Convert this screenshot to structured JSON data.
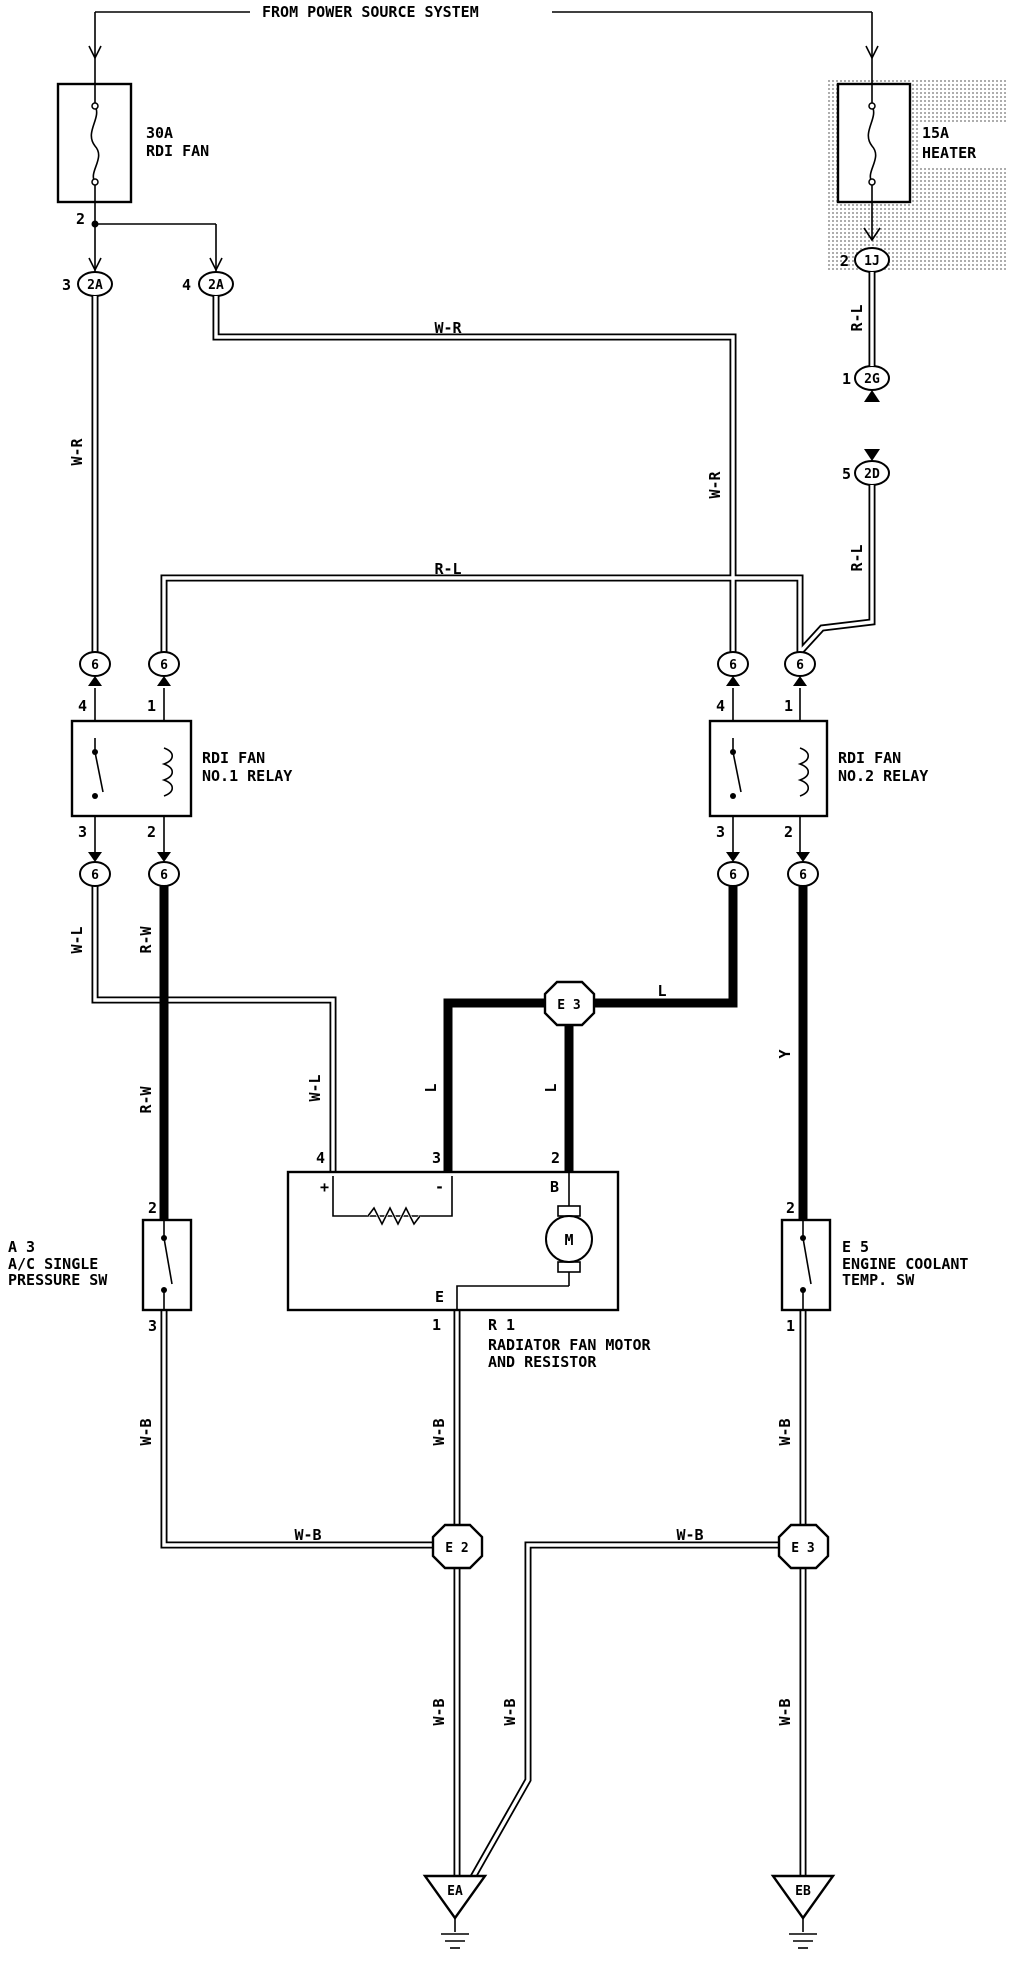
{
  "header": {
    "power_source": "FROM POWER SOURCE SYSTEM"
  },
  "fuses": [
    {
      "id": "fuse-30a",
      "rating": "30A",
      "name": "RDI FAN"
    },
    {
      "id": "fuse-15a",
      "rating": "15A",
      "name": "HEATER"
    }
  ],
  "connectors": {
    "c2a_left": {
      "code": "2A",
      "pin": "3"
    },
    "c2a_right": {
      "code": "2A",
      "pin": "4"
    },
    "c1j": {
      "code": "1J",
      "pin": "2"
    },
    "c2g": {
      "code": "2G",
      "pin": "1"
    },
    "c2d": {
      "code": "2D",
      "pin": "5"
    },
    "c6": "6"
  },
  "fuse_pin": "2",
  "wire_colors": {
    "w_r": "W-R",
    "r_l": "R-L",
    "w_l": "W-L",
    "r_w": "R-W",
    "l": "L",
    "y": "Y",
    "w_b": "W-B"
  },
  "relays": [
    {
      "name_line1": "RDI FAN",
      "name_line2": "NO.1 RELAY",
      "pins": [
        "4",
        "1",
        "3",
        "2"
      ]
    },
    {
      "name_line1": "RDI FAN",
      "name_line2": "NO.2 RELAY",
      "pins": [
        "4",
        "1",
        "3",
        "2"
      ]
    }
  ],
  "junctions": {
    "e3_top": "E 3",
    "e2": "E 2",
    "e3_bottom": "E 3"
  },
  "motor": {
    "code": "R 1",
    "name_line1": "RADIATOR FAN MOTOR",
    "name_line2": "AND RESISTOR",
    "pins": {
      "p4": "4",
      "p3": "3",
      "p2": "2",
      "p1": "1"
    },
    "terminals": {
      "plus": "+",
      "minus": "-",
      "b": "B",
      "e": "E",
      "m": "M"
    }
  },
  "switches": [
    {
      "code": "A 3",
      "name_line1": "A/C SINGLE",
      "name_line2": "PRESSURE SW",
      "pin_top": "2",
      "pin_bottom": "3"
    },
    {
      "code": "E 5",
      "name_line1": "ENGINE COOLANT",
      "name_line2": "TEMP. SW",
      "pin_top": "2",
      "pin_bottom": "1"
    }
  ],
  "grounds": {
    "ea": "EA",
    "eb": "EB"
  }
}
